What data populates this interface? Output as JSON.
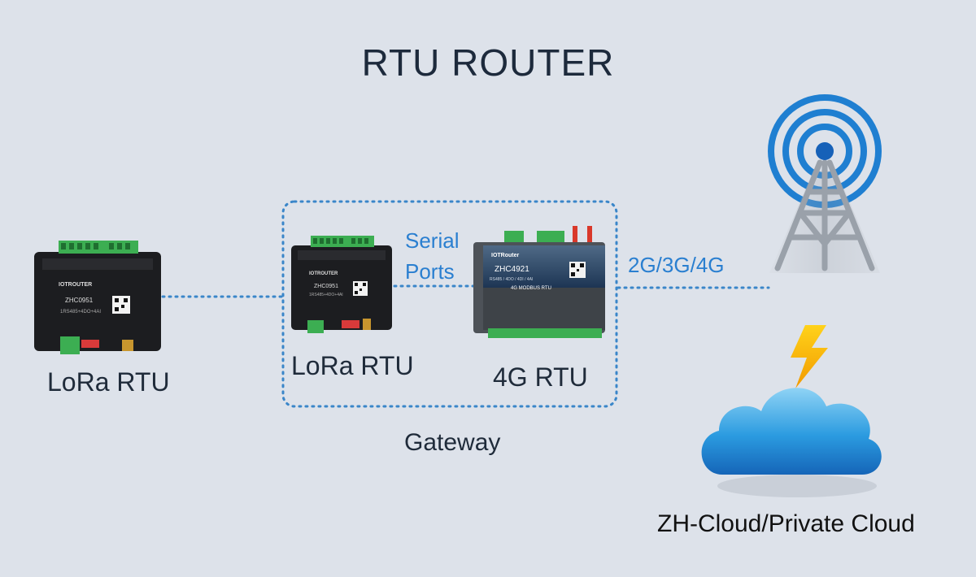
{
  "title": "RTU ROUTER",
  "devices": {
    "left_rtu": {
      "label": "LoRa RTU",
      "model": "ZHC0951",
      "spec": "1RS485+4DO+4AI",
      "brand": "IOTROUTER"
    },
    "gateway_lora_rtu": {
      "label": "LoRa RTU",
      "model": "ZHC0951",
      "spec": "1RS485+4DO+4AI",
      "brand": "IOTROUTER"
    },
    "gateway_4g_rtu": {
      "label": "4G RTU",
      "model": "ZHC4921",
      "spec": "RS485 / 4DO / 4DI / 4AI",
      "sub": "4G  MODBUS  RTU",
      "brand": "IOTRouter"
    }
  },
  "serial_ports": [
    "Serial",
    "Ports"
  ],
  "network_label": "2G/3G/4G",
  "gateway_label": "Gateway",
  "cloud_label": "ZH-Cloud/Private Cloud",
  "icons": [
    "antenna-tower-icon",
    "lightning-icon",
    "cloud-icon"
  ],
  "colors": {
    "accent": "#2a7fd0",
    "background": "#dde2ea",
    "connector": "#3a86c9"
  }
}
